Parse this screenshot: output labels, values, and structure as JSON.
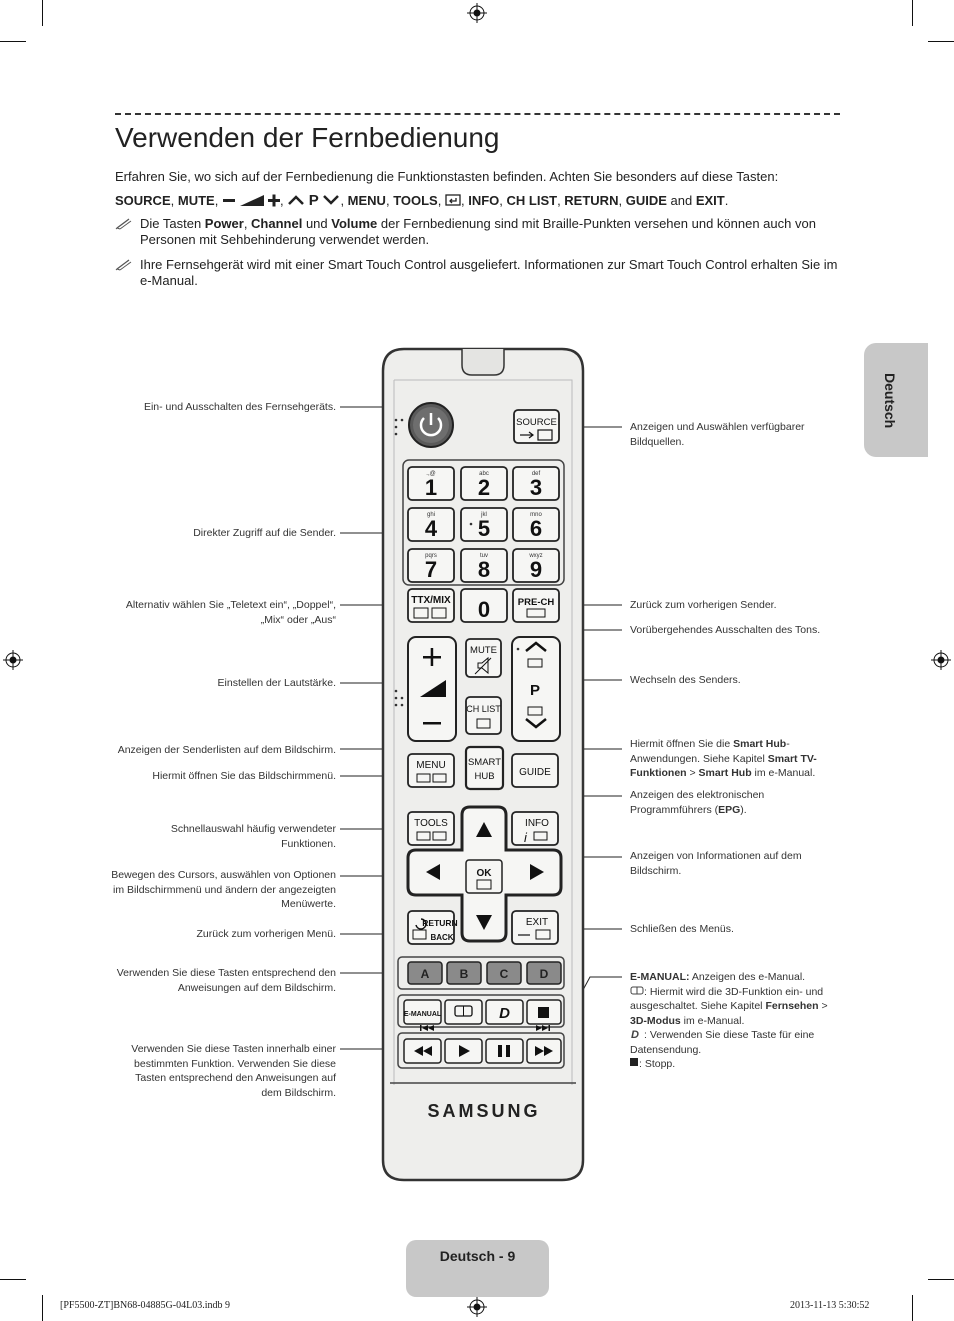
{
  "title": "Verwenden der Fernbedienung",
  "intro": "Erfahren Sie, wo sich auf der Fernbedienung die Funktionstasten befinden. Achten Sie besonders auf diese Tasten:",
  "keys_line": {
    "source": "SOURCE",
    "mute": "MUTE",
    "p": "P",
    "menu": "MENU",
    "tools": "TOOLS",
    "info": "INFO",
    "chlist": "CH LIST",
    "return": "RETURN",
    "guide": "GUIDE",
    "and": "and",
    "exit": "EXIT"
  },
  "notes": [
    {
      "pre": "Die Tasten ",
      "b1": "Power",
      "sep1": ", ",
      "b2": "Channel",
      "sep2": " und ",
      "b3": "Volume",
      "post": " der Fernbedienung sind mit Braille-Punkten versehen und können auch von Personen mit Sehbehinderung verwendet werden."
    },
    {
      "text": "Ihre Fernsehgerät wird mit einer Smart Touch Control ausgeliefert. Informationen zur Smart Touch Control erhalten Sie im e-Manual."
    }
  ],
  "side_tab": "Deutsch",
  "labels_left": {
    "power": "Ein- und Ausschalten des Fernsehgeräts.",
    "numbers": "Direkter Zugriff auf die Sender.",
    "ttx": "Alternativ wählen Sie „Teletext ein“, „Doppel“, „Mix“ oder „Aus“",
    "volume": "Einstellen der Lautstärke.",
    "chlist": "Anzeigen der Senderlisten auf dem Bildschirm.",
    "menu": "Hiermit öffnen Sie das Bildschirmmenü.",
    "tools": "Schnellauswahl häufig verwendeter Funktionen.",
    "cursor": "Bewegen des Cursors, auswählen von Optionen im Bildschirmmenü und ändern der angezeigten Menüwerte.",
    "return": "Zurück zum vorherigen Menü.",
    "colors": "Verwenden Sie diese Tasten entsprechend den Anweisungen auf dem Bildschirm.",
    "media": "Verwenden Sie diese Tasten innerhalb einer bestimmten Funktion. Verwenden Sie diese Tasten entsprechend den Anweisungen auf dem Bildschirm."
  },
  "labels_right": {
    "source": "Anzeigen und Auswählen verfügbarer Bildquellen.",
    "prech": "Zurück zum vorherigen Sender.",
    "mute": "Vorübergehendes Ausschalten des Tons.",
    "channel": "Wechseln des Senders.",
    "smarthub_1": "Hiermit öffnen Sie die ",
    "smarthub_b1": "Smart Hub",
    "smarthub_2": "-Anwendungen. Siehe Kapitel ",
    "smarthub_b2": "Smart TV-Funktionen",
    "smarthub_3": " > ",
    "smarthub_b3": "Smart Hub",
    "smarthub_4": " im e-Manual.",
    "guide_1": "Anzeigen des elektronischen Programmführers (",
    "guide_b": "EPG",
    "guide_2": ").",
    "info": "Anzeigen von Informationen auf dem Bildschirm.",
    "exit": "Schließen des Menüs.",
    "emanual_b": "E-MANUAL:",
    "emanual_t": " Anzeigen des e-Manual.",
    "threed_1": ": Hiermit wird die 3D-Funktion ein- und ausgeschaltet. Siehe Kapitel ",
    "threed_b1": "Fernsehen",
    "threed_2": " > ",
    "threed_b2": "3D-Modus",
    "threed_3": " im e-Manual.",
    "data": ": Verwenden Sie diese Taste für eine Datensendung.",
    "stop": ": Stopp."
  },
  "remote": {
    "source": "SOURCE",
    "digits": [
      "1",
      "2",
      "3",
      "4",
      "5",
      "6",
      "7",
      "8",
      "9",
      "0"
    ],
    "letters": [
      ".,@",
      "abc",
      "def",
      "ghi",
      "jkl",
      "mno",
      "pqrs",
      "tuv",
      "wxyz"
    ],
    "ttx": "TTX/MIX",
    "prech": "PRE-CH",
    "mute": "MUTE",
    "chlist": "CH LIST",
    "p": "P",
    "menu": "MENU",
    "smart": "SMART",
    "hub": "HUB",
    "guide": "GUIDE",
    "tools": "TOOLS",
    "info": "INFO",
    "ok": "OK",
    "return": "RETURN",
    "back": "BACK",
    "exit": "EXIT",
    "colors": [
      "A",
      "B",
      "C",
      "D"
    ],
    "emanual": "E-MANUAL",
    "brand": "SAMSUNG"
  },
  "footer": "Deutsch - 9",
  "print_left": "[PF5500-ZT]BN68-04885G-04L03.indb   9",
  "print_right": "2013-11-13   5:30:52"
}
